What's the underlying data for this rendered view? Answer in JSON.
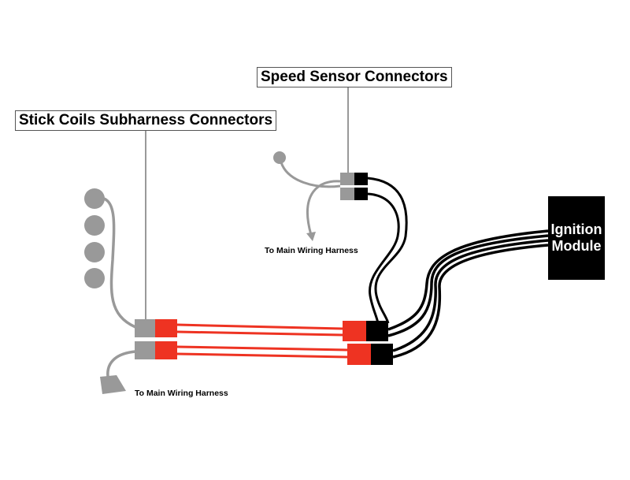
{
  "labels": {
    "stick_coils": "Stick Coils Subharness Connectors",
    "speed_sensor": "Speed Sensor Connectors",
    "to_harness_top": "To Main Wiring Harness",
    "to_harness_bottom": "To Main Wiring Harness",
    "module_line1": "Ignition",
    "module_line2": "Module"
  },
  "colors": {
    "gray_wire": "#999999",
    "red_wire": "#ee3322",
    "black_wire": "#000000",
    "module": "#000000"
  }
}
